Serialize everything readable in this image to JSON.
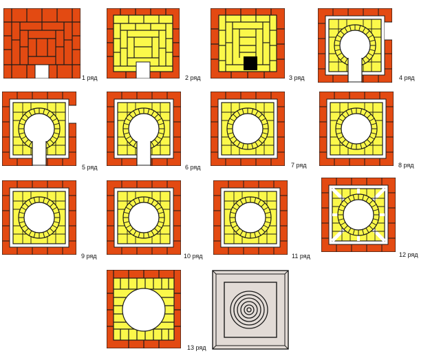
{
  "figure": {
    "title": "",
    "colors": {
      "outer_brick": "#e34a12",
      "inner_brick": "#fbf84a",
      "mortar": "#1a1a1a",
      "gap": "#ffffff",
      "ash_door": "#000000",
      "plate": "#e2dbd6"
    },
    "rows": [
      {
        "id": 1,
        "label": "1 ряд",
        "type": "full-red-with-opening"
      },
      {
        "id": 2,
        "label": "2 ряд",
        "type": "red-frame-yellow-fill-with-opening"
      },
      {
        "id": 3,
        "label": "3 ряд",
        "type": "red-frame-yellow-fill-black-opening"
      },
      {
        "id": 4,
        "label": "4 ряд",
        "type": "ring-keyhole-open-right"
      },
      {
        "id": 5,
        "label": "5 ряд",
        "type": "ring-keyhole-open-right"
      },
      {
        "id": 6,
        "label": "6 ряд",
        "type": "ring-keyhole-closed"
      },
      {
        "id": 7,
        "label": "7 ряд",
        "type": "ring"
      },
      {
        "id": 8,
        "label": "8 ряд",
        "type": "ring"
      },
      {
        "id": 9,
        "label": "9 ряд",
        "type": "ring"
      },
      {
        "id": 10,
        "label": "10 ряд",
        "type": "ring"
      },
      {
        "id": 11,
        "label": "11 ряд",
        "type": "ring"
      },
      {
        "id": 12,
        "label": "12 ряд",
        "type": "ring-split-diagonal"
      },
      {
        "id": 13,
        "label": "13 ряд",
        "type": "yellow-with-large-circle"
      }
    ],
    "cover_plate": {
      "type": "concentric-rings-plate",
      "rings": 6
    }
  }
}
